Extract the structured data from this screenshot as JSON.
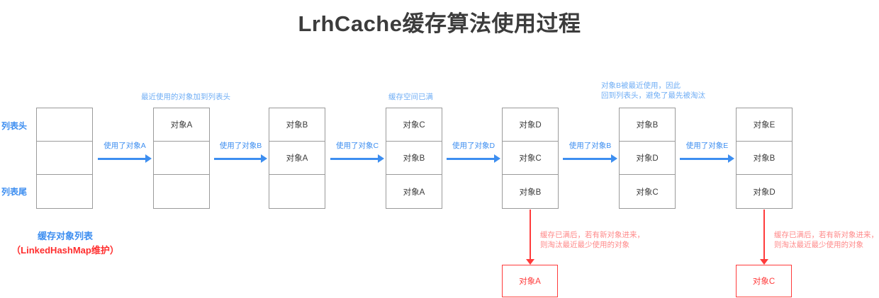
{
  "title": "LrhCache缓存算法使用过程",
  "side_labels": {
    "head": "列表头",
    "tail": "列表尾"
  },
  "caption": {
    "line1": "缓存对象列表",
    "line2": "（LinkedHashMap维护）"
  },
  "colors": {
    "title": "#3c3c3c",
    "accent_blue": "#3d8ef0",
    "note_blue": "#70aef5",
    "red": "#ff3b3b",
    "box_border": "#9a9a9a"
  },
  "stacks": [
    {
      "id": "stack-1",
      "cells": [
        "",
        "",
        ""
      ],
      "note": ""
    },
    {
      "id": "stack-2",
      "cells": [
        "对象A",
        "",
        ""
      ],
      "note": "最近使用的对象加到列表头"
    },
    {
      "id": "stack-3",
      "cells": [
        "对象B",
        "对象A",
        ""
      ],
      "note": ""
    },
    {
      "id": "stack-4",
      "cells": [
        "对象C",
        "对象B",
        "对象A"
      ],
      "note": "缓存空间已满"
    },
    {
      "id": "stack-5",
      "cells": [
        "对象D",
        "对象C",
        "对象B"
      ],
      "note": ""
    },
    {
      "id": "stack-6",
      "cells": [
        "对象B",
        "对象D",
        "对象C"
      ],
      "note": "对象B被最近使用，因此\n回到列表头，避免了最先被淘汰"
    },
    {
      "id": "stack-7",
      "cells": [
        "对象E",
        "对象B",
        "对象D"
      ],
      "note": ""
    }
  ],
  "arrows": [
    {
      "id": "arrow-1",
      "label": "使用了对象A"
    },
    {
      "id": "arrow-2",
      "label": "使用了对象B"
    },
    {
      "id": "arrow-3",
      "label": "使用了对象C"
    },
    {
      "id": "arrow-4",
      "label": "使用了对象D"
    },
    {
      "id": "arrow-5",
      "label": "使用了对象B"
    },
    {
      "id": "arrow-6",
      "label": "使用了对象E"
    }
  ],
  "evictions": [
    {
      "id": "eviction-1",
      "box_label": "对象A",
      "note_line1": "缓存已满后，若有新对象进来，",
      "note_line2": "则淘汰最近最少使用的对象"
    },
    {
      "id": "eviction-2",
      "box_label": "对象C",
      "note_line1": "缓存已满后，若有新对象进来，",
      "note_line2": "则淘汰最近最少使用的对象"
    }
  ]
}
